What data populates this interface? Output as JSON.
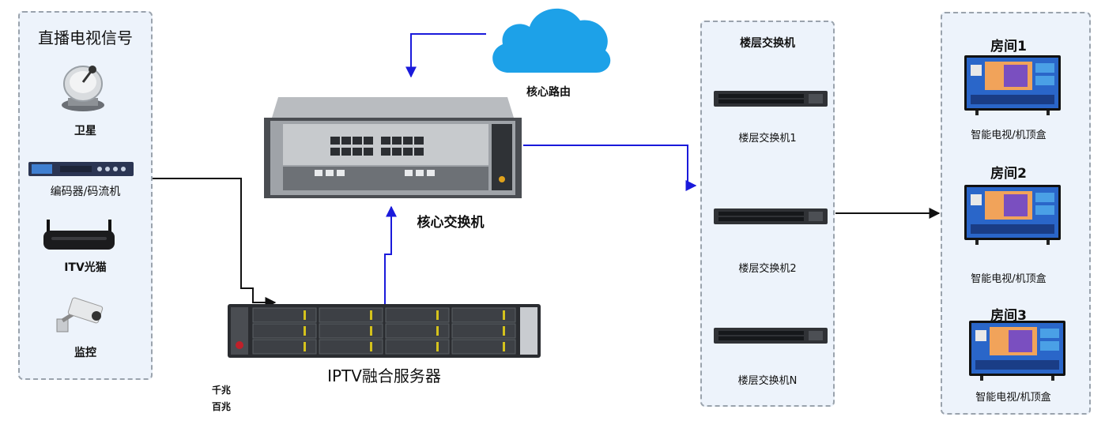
{
  "sources": {
    "title": "直播电视信号",
    "items": [
      {
        "label": "卫星"
      },
      {
        "label": "编码器/码流机"
      },
      {
        "label": "ITV光猫"
      },
      {
        "label": "监控"
      }
    ]
  },
  "core_router": {
    "label": "核心路由"
  },
  "core_switch": {
    "label": "核心交换机"
  },
  "iptv_server": {
    "label": "IPTV融合服务器"
  },
  "legend": {
    "gigabit": "千兆",
    "fast": "百兆"
  },
  "floor_switches": {
    "title": "楼层交换机",
    "items": [
      {
        "label": "楼层交换机1"
      },
      {
        "label": "楼层交换机2"
      },
      {
        "label": "楼层交换机N"
      }
    ]
  },
  "rooms": {
    "items": [
      {
        "title": "房间1",
        "device": "智能电视/机顶盒"
      },
      {
        "title": "房间2",
        "device": "智能电视/机顶盒"
      },
      {
        "title": "房间3",
        "device": "智能电视/机顶盒"
      }
    ]
  },
  "colors": {
    "blue_link": "#1a1adb",
    "black_link": "#111111",
    "cloud": "#1da1e8",
    "panel_bg": "#edf3fb"
  }
}
